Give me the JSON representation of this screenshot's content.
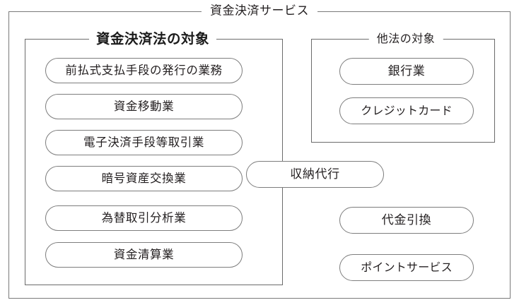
{
  "diagram": {
    "title": "資金決済サービス",
    "outer_box": {
      "label": "資金決済サービス"
    },
    "sections": [
      {
        "id": "payment-services-act",
        "label": "資金決済法の対象",
        "emphasis": "bold",
        "items": [
          {
            "label": "前払式支払手段の発行の業務"
          },
          {
            "label": "資金移動業"
          },
          {
            "label": "電子決済手段等取引業"
          },
          {
            "label": "暗号資産交換業"
          },
          {
            "label": "為替取引分析業"
          },
          {
            "label": "資金清算業"
          }
        ]
      },
      {
        "id": "other-laws",
        "label": "他法の対象",
        "emphasis": "regular",
        "items": [
          {
            "label": "銀行業"
          },
          {
            "label": "クレジットカード"
          }
        ]
      }
    ],
    "straddling_items": [
      {
        "id": "collection-agency",
        "label": "収納代行"
      }
    ],
    "unclassified_items": [
      {
        "id": "cash-on-delivery",
        "label": "代金引換"
      },
      {
        "id": "point-service",
        "label": "ポイントサービス"
      }
    ],
    "colors": {
      "background": "#ffffff",
      "text": "#231f20",
      "box_border": "#6f6f6f",
      "pill_border": "#7d7d7d"
    }
  }
}
